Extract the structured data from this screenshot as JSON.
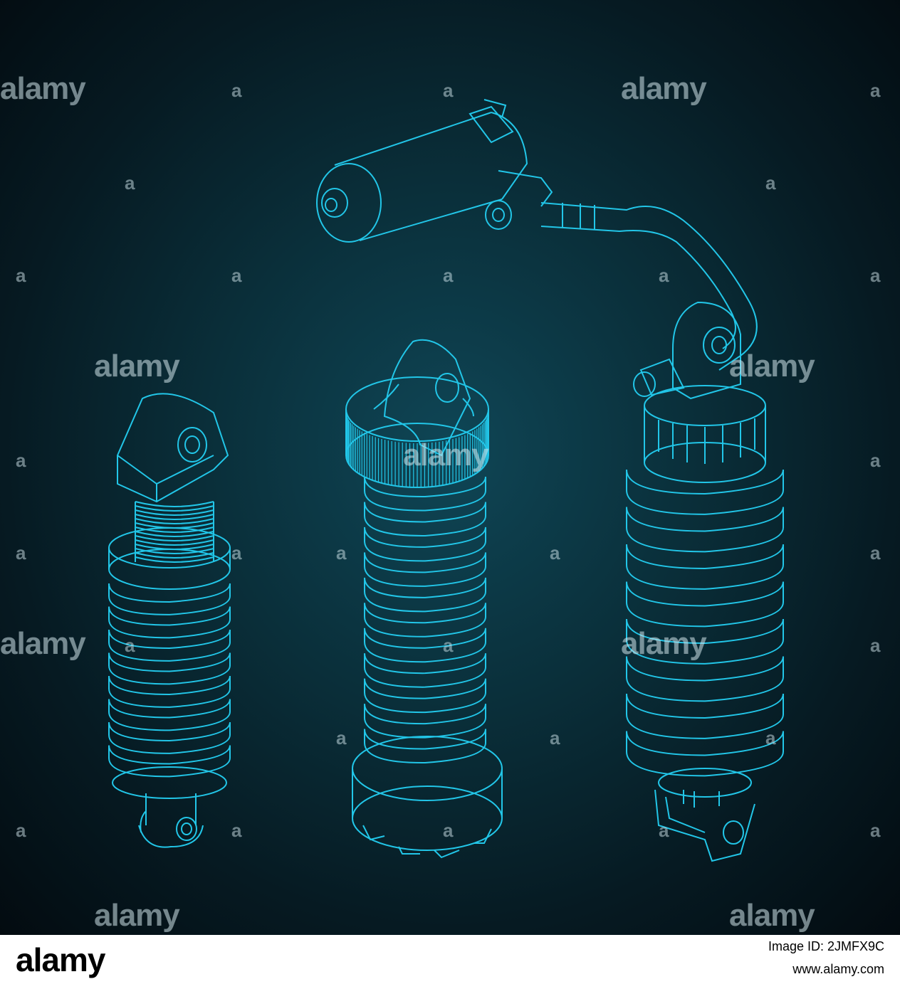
{
  "watermark": {
    "brand": "alamy",
    "mark": "a"
  },
  "footer": {
    "logo": "alamy",
    "image_id": "Image ID: 2JMFX9C",
    "site": "www.alamy.com"
  },
  "colors": {
    "line": "#22c6e8",
    "background": "#0a2f3a",
    "footer": "#ffffff"
  }
}
